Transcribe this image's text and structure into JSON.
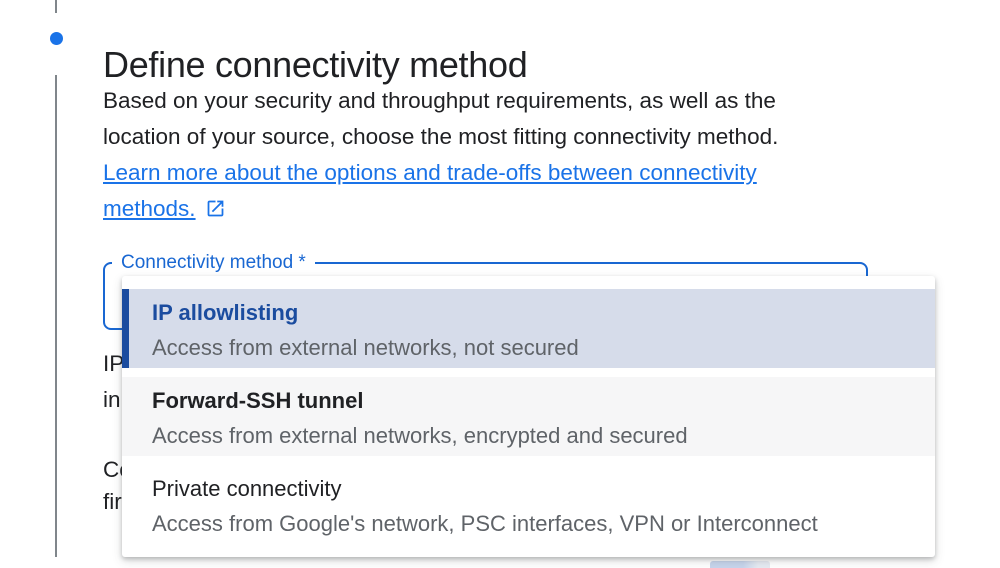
{
  "colors": {
    "accent_blue": "#1a73e8",
    "select_outline_blue": "#1967d2",
    "selected_option_bg": "#d6dcea",
    "selected_option_accent": "#1b4c9f",
    "hover_option_bg": "#f6f6f7",
    "text_primary": "#202124",
    "text_secondary": "#5f6368",
    "stepper_line": "#80868b"
  },
  "step": {
    "title": "Define connectivity method",
    "body_lines": [
      "Based on your security and throughput requirements, as well as the",
      "location of your source, choose the most fitting connectivity method."
    ],
    "link_lines": [
      "Learn more about the options and trade-offs between connectivity",
      "methods."
    ],
    "link_icon": "open-in-new-icon"
  },
  "form": {
    "select_label": "Connectivity method *",
    "dropdown_options": [
      {
        "title": "IP allowlisting",
        "description": "Access from external networks, not secured",
        "selected": true
      },
      {
        "title": "Forward-SSH tunnel",
        "description": "Access from external networks, encrypted and secured",
        "selected": false
      },
      {
        "title": "Private connectivity",
        "description": "Access from Google's network, PSC interfaces, VPN or Interconnect",
        "selected": false
      }
    ]
  },
  "obscured_text_fragments": [
    "IP",
    "in",
    "Co",
    "fir"
  ]
}
